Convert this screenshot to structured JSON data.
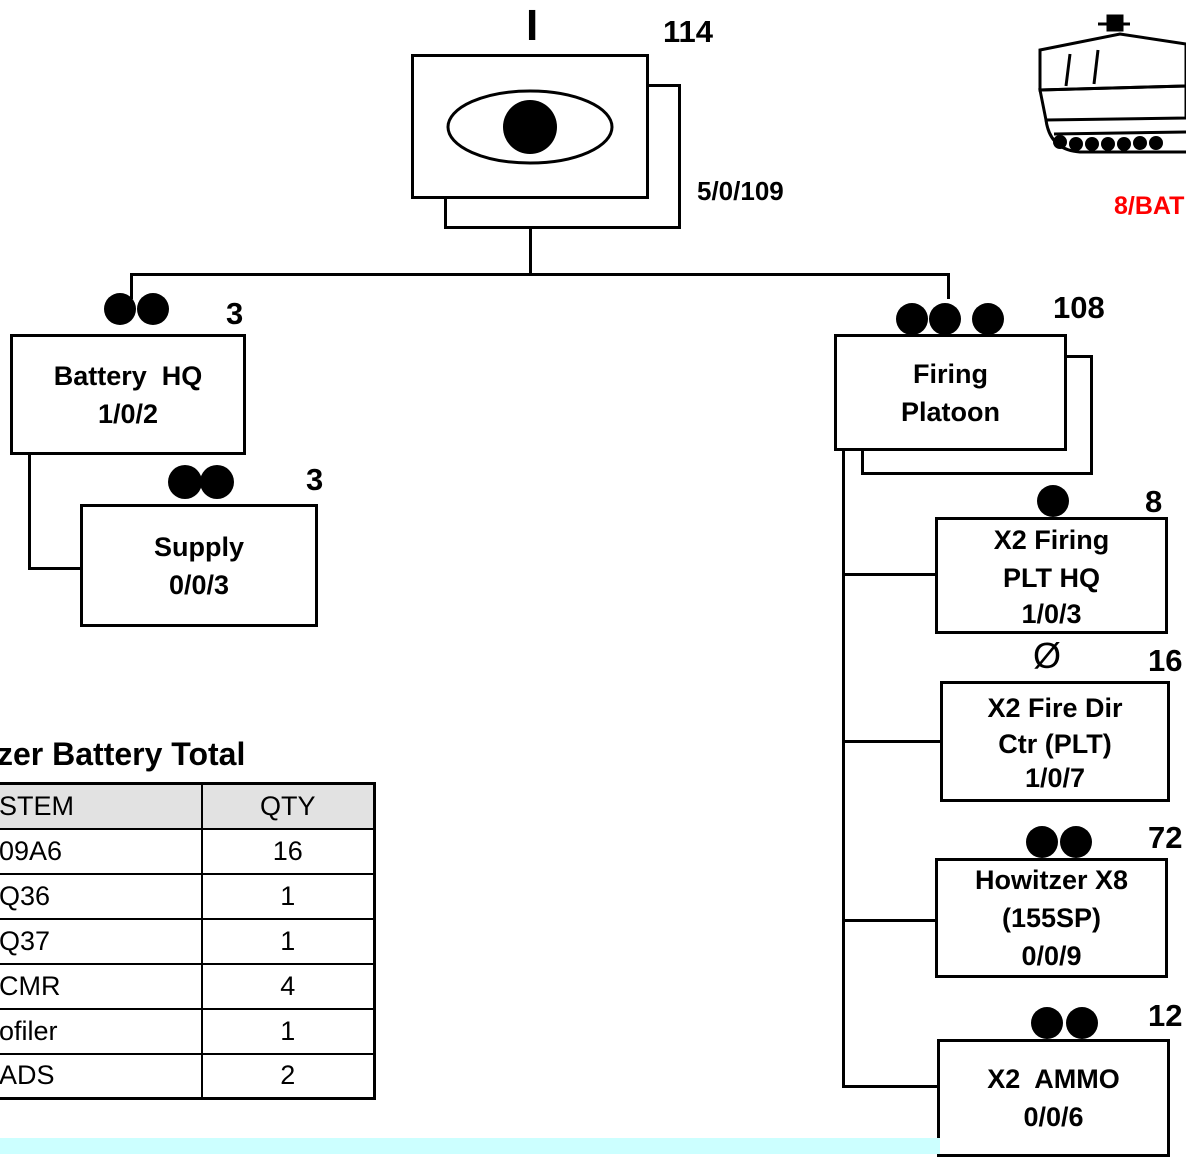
{
  "company": {
    "echelon": "I",
    "strength": "114",
    "breakdown": "5/0/109"
  },
  "vehicle_caption": "8/BAT",
  "battery_hq": {
    "echelon_dots": 2,
    "strength": "3",
    "name": "Battery  HQ",
    "breakdown": "1/0/2"
  },
  "supply": {
    "echelon_dots": 2,
    "strength": "3",
    "name": "Supply",
    "breakdown": "0/0/3"
  },
  "firing_platoon": {
    "echelon_dots": 3,
    "strength": "108",
    "name_line1": "Firing",
    "name_line2": "Platoon"
  },
  "sub_units": [
    {
      "strength": "8",
      "echelon": "dot-1",
      "line1": "X2 Firing",
      "line2": "PLT HQ",
      "line3": "1/0/3"
    },
    {
      "strength": "16",
      "echelon": "Ø",
      "line1": "X2 Fire Dir",
      "line2": "Ctr (PLT)",
      "line3": "1/0/7"
    },
    {
      "strength": "72",
      "echelon": "dot-2",
      "line1": "Howitzer X8",
      "line2": "(155SP)",
      "line3": "0/0/9"
    },
    {
      "strength": "12",
      "echelon": "dot-2",
      "line1": "X2  AMMO",
      "line2": "0/0/6"
    }
  ],
  "battery_total": {
    "title": "zer Battery Total",
    "columns": [
      "STEM",
      "QTY"
    ],
    "rows": [
      [
        "09A6",
        "16"
      ],
      [
        "Q36",
        "1"
      ],
      [
        "Q37",
        "1"
      ],
      [
        "CMR",
        "4"
      ],
      [
        "ofiler",
        "1"
      ],
      [
        "ADS",
        "2"
      ]
    ]
  },
  "colors": {
    "accent_red": "#ff0000",
    "footer_band": "#ccffff"
  }
}
